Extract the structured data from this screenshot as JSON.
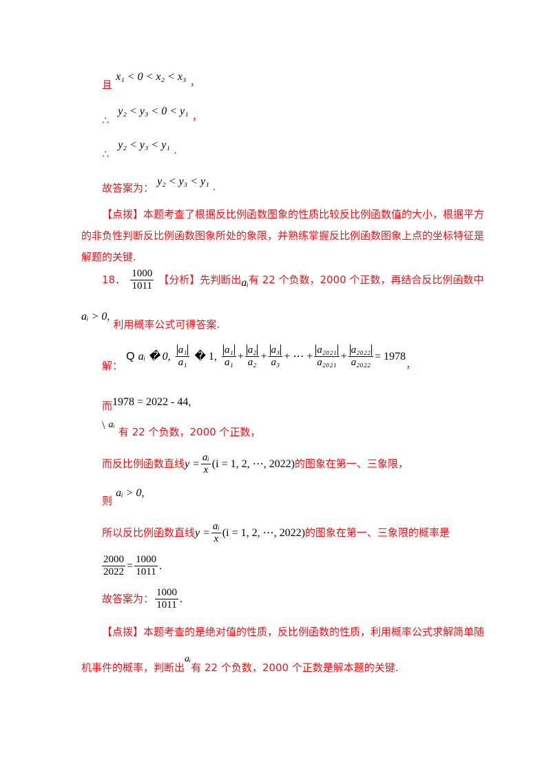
{
  "lines": {
    "l1_prefix": "且",
    "l1_math": "x₁ < 0 < x₂ < x₃",
    "l1_suffix": "，",
    "l2_symbol": "∴",
    "l2_math": "y₂ < y₃ < 0 < y₁",
    "l2_suffix": "，",
    "l3_symbol": "∴",
    "l3_math": "y₂ < y₃ < y₁",
    "l3_suffix": ".",
    "l4_prefix": "故答案为：",
    "l4_math": "y₂ < y₃ < y₁",
    "l4_suffix": "."
  },
  "tip1": {
    "line1": "【点拨】本题考查了根据反比例函数图象的性质比较反比例函数值的大小，根据平方",
    "line2": "的非负性判断反比例函数图象所处的象限，并熟练掌握反比例函数图象上点的坐标特征是",
    "line3": "解题的关键."
  },
  "q18": {
    "number": "18．",
    "ans_num": "1000",
    "ans_den": "1011",
    "analysis_a": "【分析】先判断出",
    "analysis_var": "aᵢ",
    "analysis_b": "有 22 个负数，2000 个正数，再结合反比例函数中",
    "analysis2_math": "aᵢ > 0,",
    "analysis2_text": "利用概率公式可得答案."
  },
  "solution": {
    "label": "解：",
    "glyph": "Q",
    "cond": "aᵢ � 0,",
    "frac_val": "� 1,",
    "sum_terms": [
      "a₁",
      "a₂",
      "a₃",
      "a₂₀₂₁",
      "a₂₀₂₂"
    ],
    "ellipsis": "+ ⋯ +",
    "equals": "= 1978",
    "suffix": "，",
    "line2_prefix": "而",
    "line2_math": "1978 = 2022 - 44,",
    "line3_glyph": "\\",
    "line3_var": "aᵢ",
    "line3_text": "有 22 个负数，2000 个正数，",
    "line4_a": "而反比例函数直线",
    "line4_func": "y =",
    "line4_frac_num": "aᵢ",
    "line4_frac_den": "x",
    "line4_range": "(i = 1, 2, ⋯, 2022)",
    "line4_b": "的图象在第一、三象限，",
    "line5_prefix": "则",
    "line5_math": "aᵢ > 0,",
    "line6_a": "所以反比例函数直线",
    "line6_b": "的图象在第一、三象限的概率是",
    "line7_num1": "2000",
    "line7_den1": "2022",
    "line7_eq": "=",
    "line7_num2": "1000",
    "line7_den2": "1011",
    "line7_suffix": ".",
    "final_prefix": "故答案为：",
    "final_num": "1000",
    "final_den": "1011",
    "final_suffix": "."
  },
  "tip2": {
    "line1": "【点拨】本题考查的是绝对值的性质，反比例函数的性质，利用概率公式求解简单随",
    "line2_a": "机事件的概率，判断出",
    "line2_var": "aᵢ",
    "line2_b": "有 22 个负数，2000 个正数是解本题的关键."
  }
}
